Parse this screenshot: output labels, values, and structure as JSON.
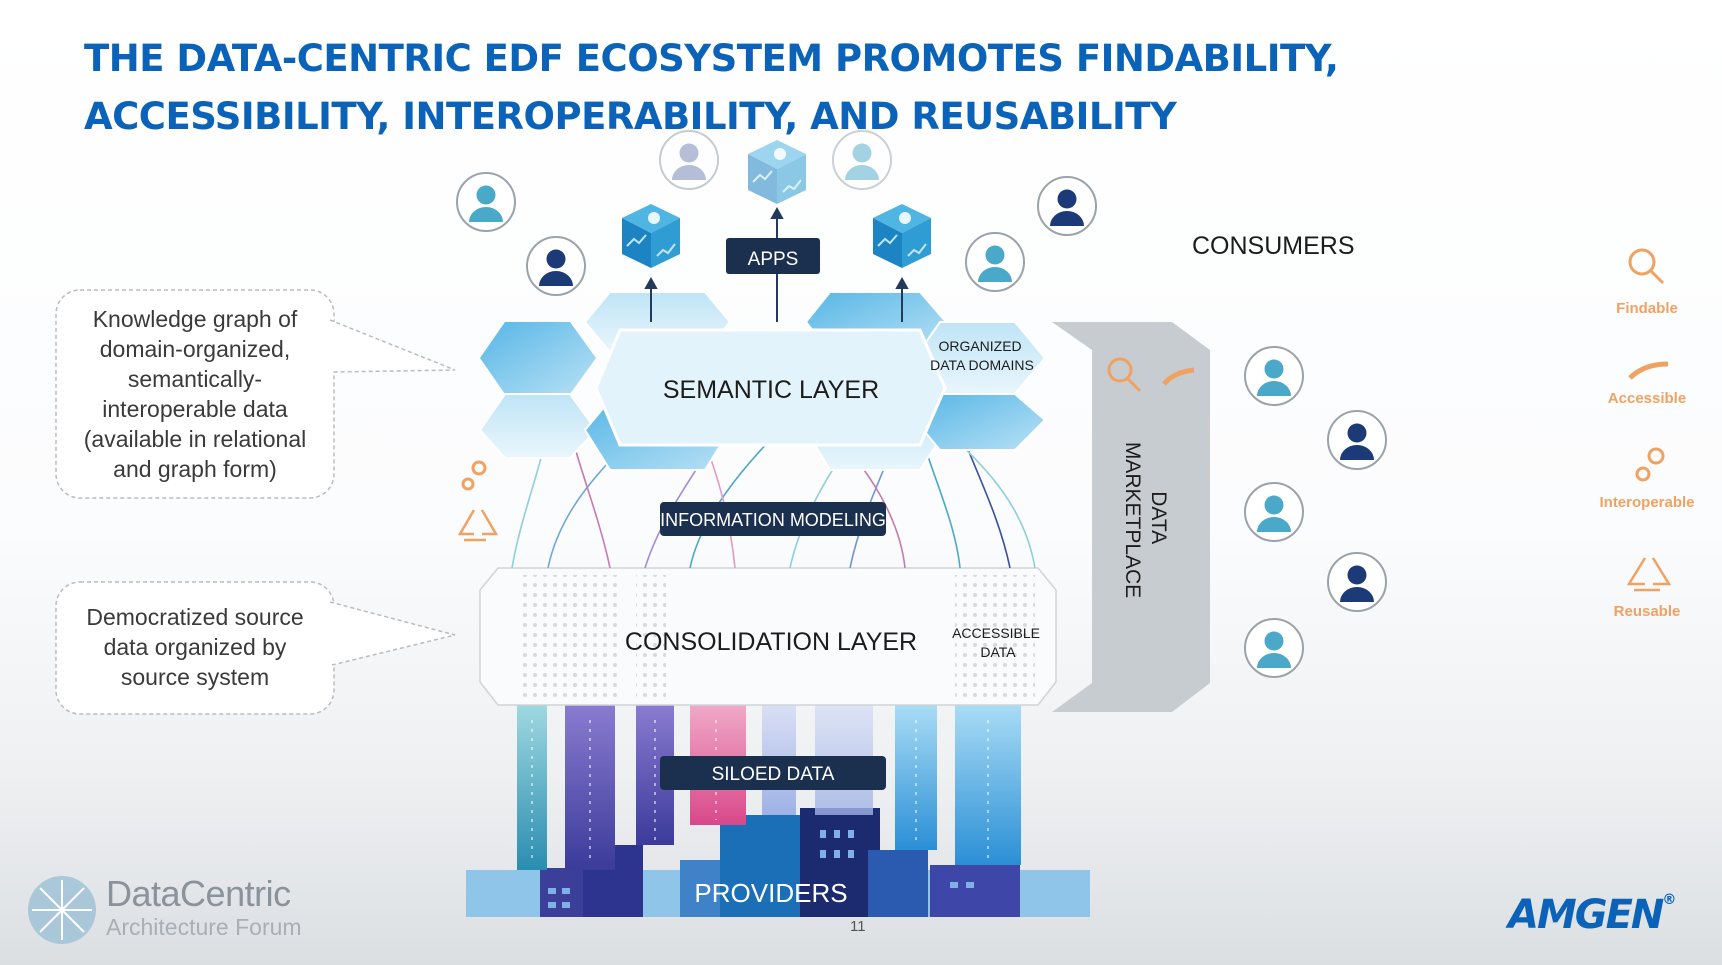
{
  "slide": {
    "title": "THE DATA-CENTRIC EDF ECOSYSTEM PROMOTES FINDABILITY, ACCESSIBILITY, INTEROPERABILITY, AND REUSABILITY",
    "page_number": "11"
  },
  "callouts": {
    "semantic": [
      "Knowledge graph of",
      "domain-organized,",
      "semantically-",
      "interoperable data",
      "(available in relational",
      "and graph form)"
    ],
    "consolidation": [
      "Democratized source",
      "data organized by",
      "source system"
    ]
  },
  "layers": {
    "apps": "APPS",
    "semantic": "SEMANTIC LAYER",
    "organized": [
      "ORGANIZED",
      "DATA DOMAINS"
    ],
    "modeling": "INFORMATION MODELING",
    "consolidation": "CONSOLIDATION LAYER",
    "accessible": [
      "ACCESSIBLE",
      "DATA"
    ],
    "siloed": "SILOED DATA",
    "providers": "PROVIDERS",
    "marketplace": [
      "DATA",
      "MARKETPLACE"
    ]
  },
  "consumers_label": "CONSUMERS",
  "legend": [
    {
      "label": "Findable",
      "icon": "magnifier-icon"
    },
    {
      "label": "Accessible",
      "icon": "hand-icon"
    },
    {
      "label": "Interoperable",
      "icon": "gears-icon"
    },
    {
      "label": "Reusable",
      "icon": "recycle-icon"
    }
  ],
  "branding": {
    "forum_name": "DataCentric",
    "forum_sub": "Architecture Forum",
    "company": "AMGEN",
    "trademark": "®"
  },
  "colors": {
    "title": "#0a63b8",
    "accent_orange": "#f0a262",
    "navy": "#1b2f4e",
    "person_teal": "#4aa8c8",
    "person_navy": "#1c3a78"
  }
}
